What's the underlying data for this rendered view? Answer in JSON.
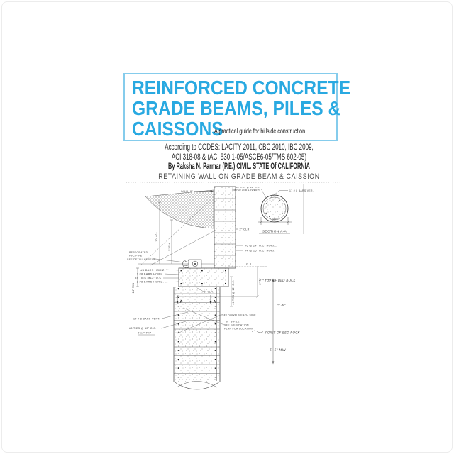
{
  "page": {
    "background": "#ffffff",
    "accent_color": "#29a9e1",
    "title_box_border": "#85ccec"
  },
  "title_block": {
    "line1": "REINFORCED CONCRETE",
    "line2": "GRADE BEAMS, PILES &",
    "line3": "CAISSONS",
    "subtitle": "A practical guide for hillside construction"
  },
  "codes": {
    "line1": "According to CODES: LACITY 2011, CBC 2010, IBC 2009,",
    "line2": "ACI 318-08 & (ACI 530.1-05/ASCE6-05/TMS 602-05)"
  },
  "author": "By Raksha N. Parmar (P.E.) CIVIL. STATE Of CALIFORNIA",
  "drawing_title": "RETAINING WALL ON GRADE BEAM & CAISSION",
  "drawing": {
    "wall_labels": {
      "wall_width": "WALL 8\"",
      "clearance": "2\" CLR.",
      "horiz_bar1": "#6 @ 24\" O.C. HORIZ.",
      "horiz_bar2": "#4 @ 16\" O.C. HORI.",
      "dim_height1": "10'-0\"±",
      "dim_height2": "5'-0\"±",
      "pvc_line1": "PERFORATED",
      "pvc_line2": "PVC PIPE",
      "pvc_line3": "SEE DETAIL HEREON"
    },
    "beam_labels": {
      "bar1": "#6 BARS HORIZ.",
      "bar2": "2 #8 BARS HORIZ.",
      "ties": "#4 TIES @12\" O.C.",
      "bar3": "2 #8 BARS HORIZ.",
      "depth": "24\" MIN",
      "width_dim": "2'-6\"",
      "ground_line": "G. L.",
      "clr": "1\" CLR.",
      "ties_side": "#4 TIES @ 12\" O.C."
    },
    "pile_labels": {
      "section_marker": "A",
      "vert_bars": "17 # 8 BARS VERT.",
      "ties": "#3 TIES @ 12\" O.C.",
      "ties_note": "2'x3' TYP",
      "dowels": "2 #8 DOWELS EACH SIDE",
      "pile_line1": "30\" ø PILE",
      "pile_line2": "SEE FOUNDATION",
      "pile_line3": "PLAN FOR LOCATION"
    },
    "bedrock_labels": {
      "top": "TOP OF BED ROCK",
      "depth": "5'-6\"",
      "point": "POINT OF BED ROCK",
      "min_depth": "5'-6\" MIN"
    },
    "section": {
      "title": "SECTION A-A",
      "diameter": "30\"",
      "bars": "17 # 8 BARS VER.",
      "ties_line1": "#2 TIES @ 12\" O.C.",
      "ties_line2": "UPPER AND LOWER ½"
    }
  }
}
